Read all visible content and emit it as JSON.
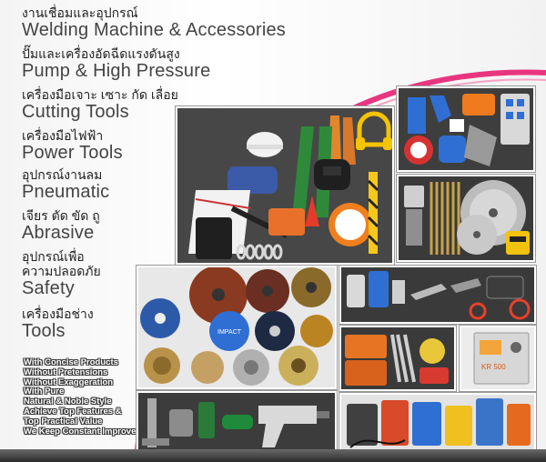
{
  "categories": [
    {
      "th": "งานเชื่อมและอุปกรณ์",
      "en": "Welding Machine & Accessories"
    },
    {
      "th": "ปั๊มและเครื่องอัดฉีดแรงดันสูง",
      "en": "Pump & High Pressure"
    },
    {
      "th": "เครื่องมือเจาะ เซาะ กัด เลื่อย",
      "en": "Cutting Tools"
    },
    {
      "th": "เครื่องมือไฟฟ้า",
      "en": "Power Tools"
    },
    {
      "th": "อุปกรณ์งานลม",
      "en": "Pneumatic"
    },
    {
      "th": "เจียร ตัด ขัด ถู",
      "en": "Abrasive"
    },
    {
      "th": "อุปกรณ์เพื่อ\nความปลอดภัย",
      "en": "Safety"
    },
    {
      "th": "เครื่องมือช่าง",
      "en": "Tools"
    }
  ],
  "slogan": [
    "With Concise Products",
    "Without Pretensions",
    "Without Exaggeration",
    "With Pure",
    "Natural & Noble Style",
    "Achieve Top Features &",
    "Top Practical Value",
    "We Keep Constant Improvement"
  ],
  "product_labels": {
    "disc_brand": "IMPACT",
    "welder_model": "KR 500"
  },
  "colors": {
    "accent_arc": "#e8357f",
    "panel_frame": "#ffffff",
    "text_thai": "#222222",
    "text_english": "#444444"
  }
}
